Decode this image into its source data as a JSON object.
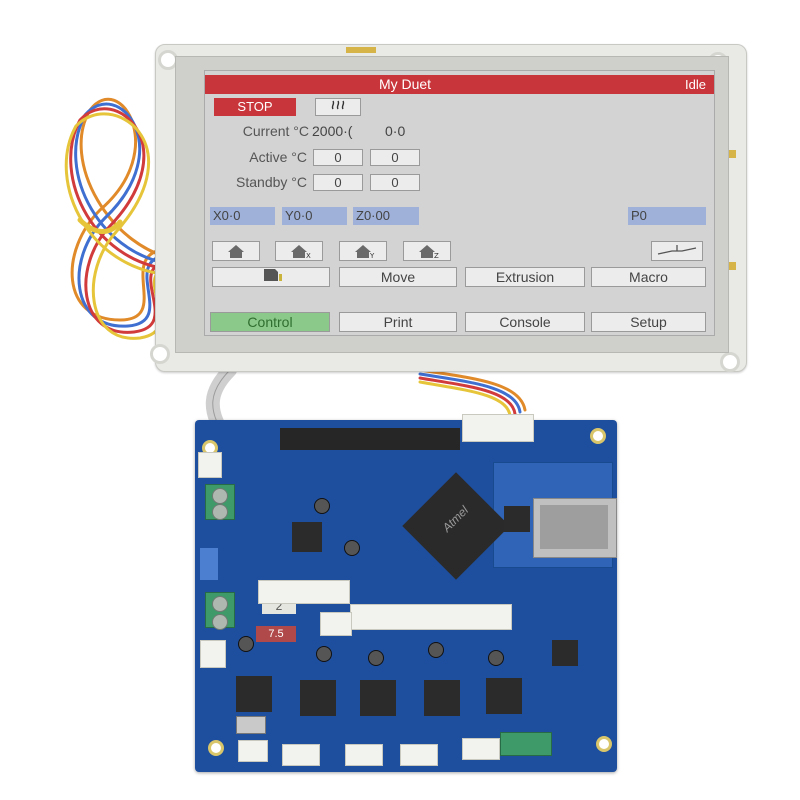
{
  "lcd": {
    "title": "My Duet",
    "status": "Idle",
    "stop_label": "STOP",
    "heat_icon": "heater-icon",
    "rows": [
      {
        "label": "Current °C",
        "values": [
          "2000·(",
          "0·0"
        ]
      },
      {
        "label": "Active °C",
        "values": [
          "0",
          "0"
        ]
      },
      {
        "label": "Standby °C",
        "values": [
          "0",
          "0"
        ]
      }
    ],
    "axes": [
      {
        "name": "x",
        "text": "X0·0"
      },
      {
        "name": "y",
        "text": "Y0·0"
      },
      {
        "name": "z",
        "text": "Z0·00"
      }
    ],
    "probe": "P0",
    "home_buttons": [
      "home-all-icon",
      "home-x-icon",
      "home-y-icon",
      "home-z-icon"
    ],
    "nav": {
      "files_icon": "sd-card-icon",
      "move": "Move",
      "extrusion": "Extrusion",
      "macro": "Macro"
    },
    "tabs": [
      {
        "label": "Control",
        "active": true
      },
      {
        "label": "Print",
        "active": false
      },
      {
        "label": "Console",
        "active": false
      },
      {
        "label": "Setup",
        "active": false
      }
    ],
    "colors": {
      "titlebar": "#c8353a",
      "axis": "#9fb1d8",
      "active_tab": "#8ac98a"
    }
  },
  "board": {
    "cpu_text": "Atmel",
    "fuse_small": "2",
    "fuse_large": "7.5"
  }
}
